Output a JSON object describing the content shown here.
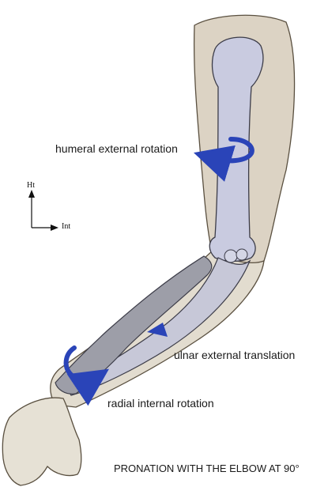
{
  "labels": {
    "humeral": "humeral external rotation",
    "ulnar": "ulnar external translation",
    "radial": "radial internal rotation",
    "caption": "PRONATION WITH THE ELBOW AT 90°"
  },
  "axes": {
    "vertical": "Ht",
    "horizontal": "Int"
  },
  "colors": {
    "arrow": "#2a44b8",
    "skin": "#d9d0c0",
    "bone": "#c9cbe0",
    "radius_bone": "#9a9aa4"
  }
}
